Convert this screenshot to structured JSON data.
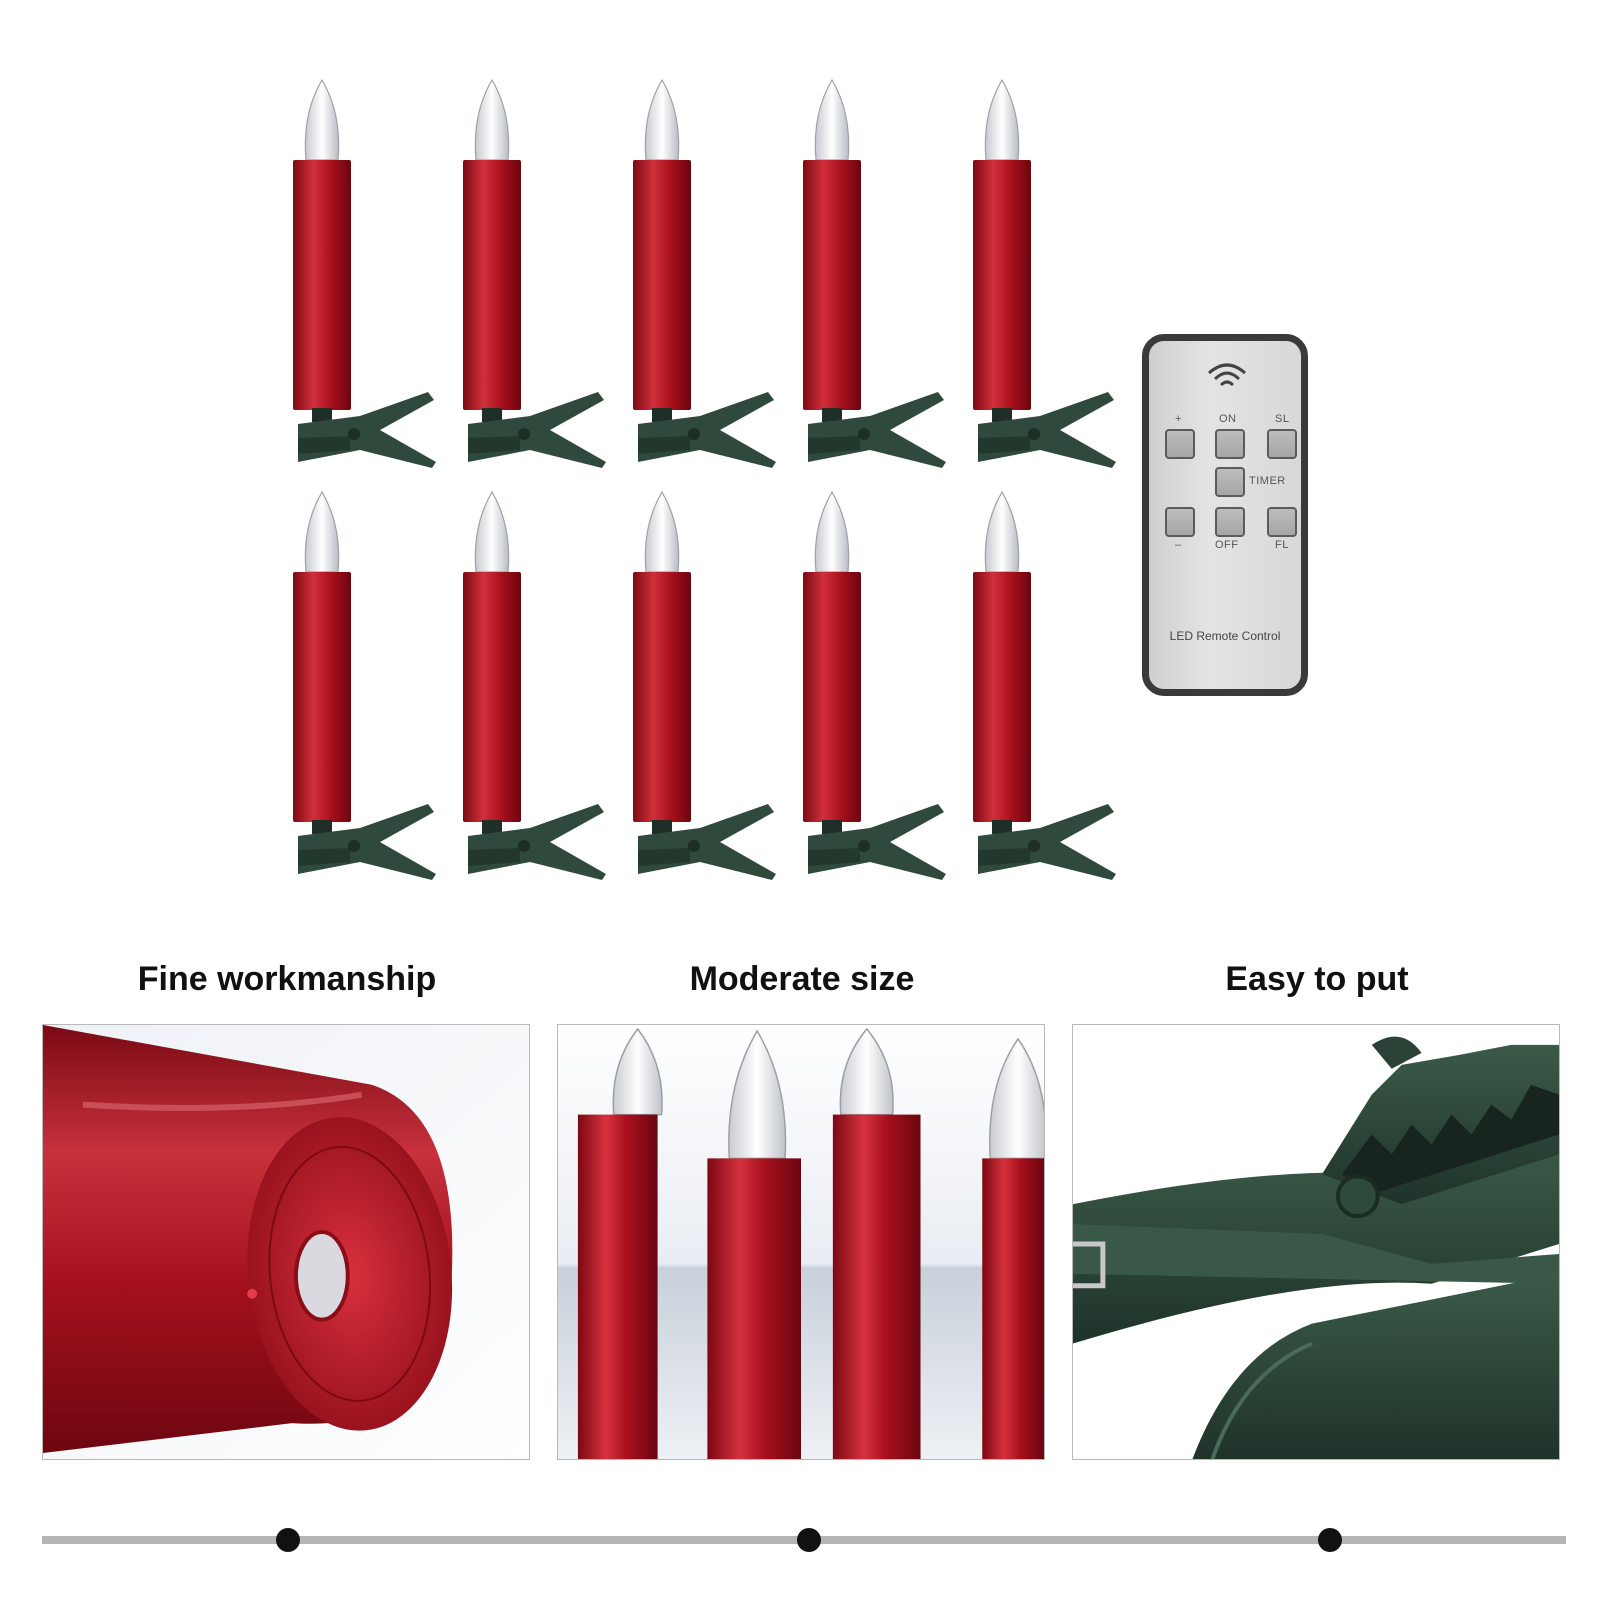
{
  "remote": {
    "labels": {
      "plus": "+",
      "on": "ON",
      "sl": "SL",
      "timer": "TIMER",
      "minus": "–",
      "off": "OFF",
      "fl": "FL"
    },
    "title": "LED Remote Control"
  },
  "features": [
    {
      "title": "Fine workmanship"
    },
    {
      "title": "Moderate size"
    },
    {
      "title": "Easy to put"
    }
  ],
  "colors": {
    "candle_red": "#b01020",
    "clip_green": "#2f4a3c",
    "timeline": "#b5b5b5"
  }
}
